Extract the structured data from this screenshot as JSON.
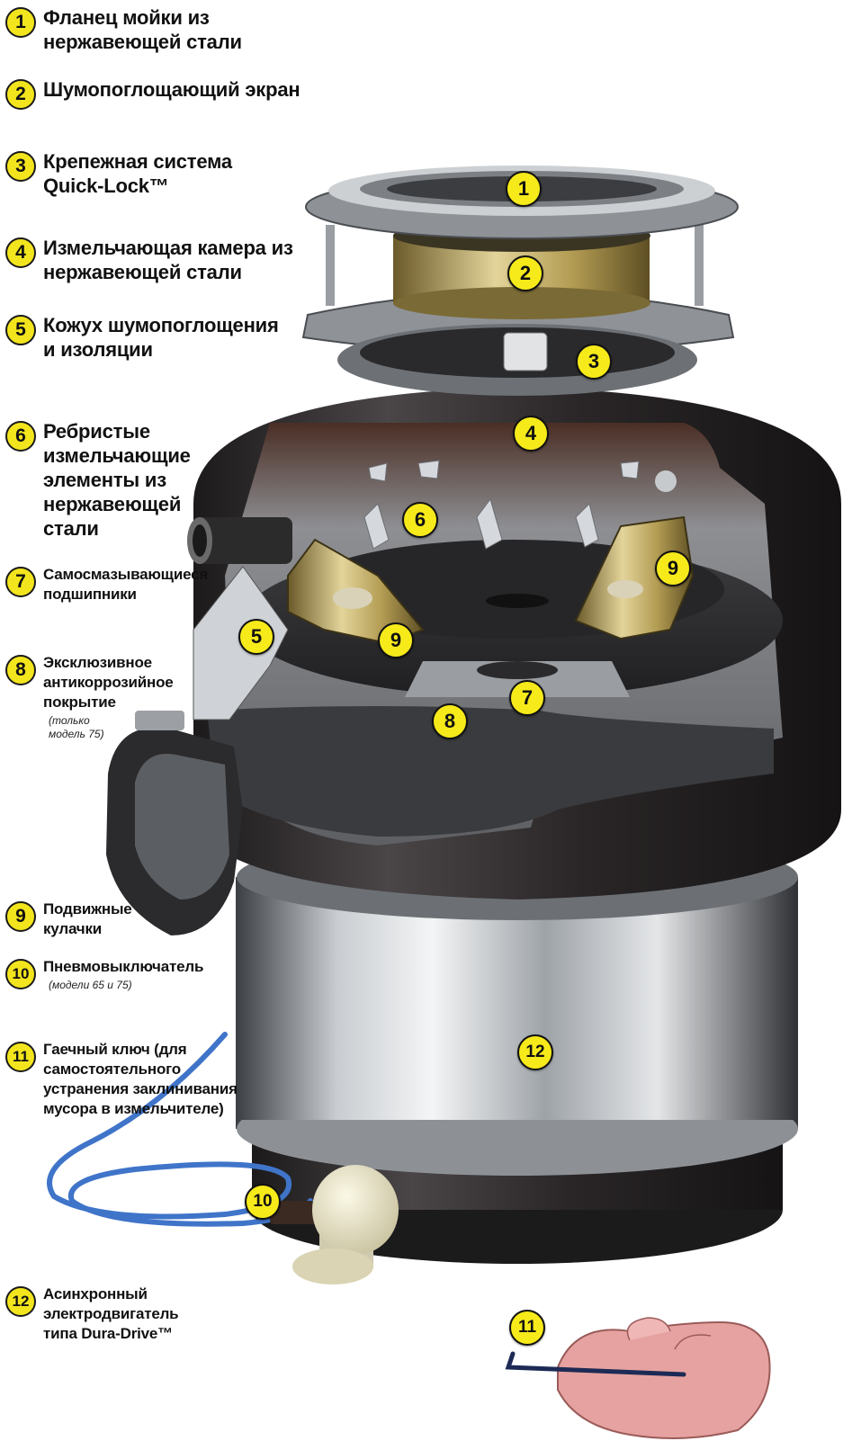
{
  "colors": {
    "badge_fill": "#f3e51d",
    "steel": "#b9bdc2",
    "housing_dark": "#2d2a2b",
    "brass": "#b8a15a",
    "cord_blue": "#3f74c9",
    "hand_skin": "#e6a2a0"
  },
  "legend": [
    {
      "num": "1",
      "text": "Фланец мойки из\nнержавеющей стали"
    },
    {
      "num": "2",
      "text": "Шумопоглощающий экран"
    },
    {
      "num": "3",
      "text": "Крепежная система\nQuick-Lock™"
    },
    {
      "num": "4",
      "text": "Измельчающая камера из\nнержавеющей стали"
    },
    {
      "num": "5",
      "text": "Кожух шумопоглощения\nи изоляции"
    },
    {
      "num": "6",
      "text": "Ребристые\nизмельчающие\nэлементы из\nнержавеющей\nстали"
    },
    {
      "num": "7",
      "text": "Самосмазывающиеся\nподшипники"
    },
    {
      "num": "8",
      "text": "Эксклюзивное\nантикоррозийное\nпокрытие",
      "note": "(только\n модель 75)"
    },
    {
      "num": "9",
      "text": "Подвижные\nкулачки"
    },
    {
      "num": "10",
      "text": "Пневмовыключатель",
      "note": "(модели 65 и 75)"
    },
    {
      "num": "11",
      "text": "Гаечный ключ (для\nсамостоятельного\nустранения заклинивания\nмусора в измельчителе)"
    },
    {
      "num": "12",
      "text": "Асинхронный\nэлектродвигатель\nтипа Dura-Drive™"
    }
  ],
  "callouts": [
    "1",
    "2",
    "3",
    "4",
    "5",
    "6",
    "7",
    "8",
    "9",
    "9",
    "10",
    "11",
    "12"
  ]
}
